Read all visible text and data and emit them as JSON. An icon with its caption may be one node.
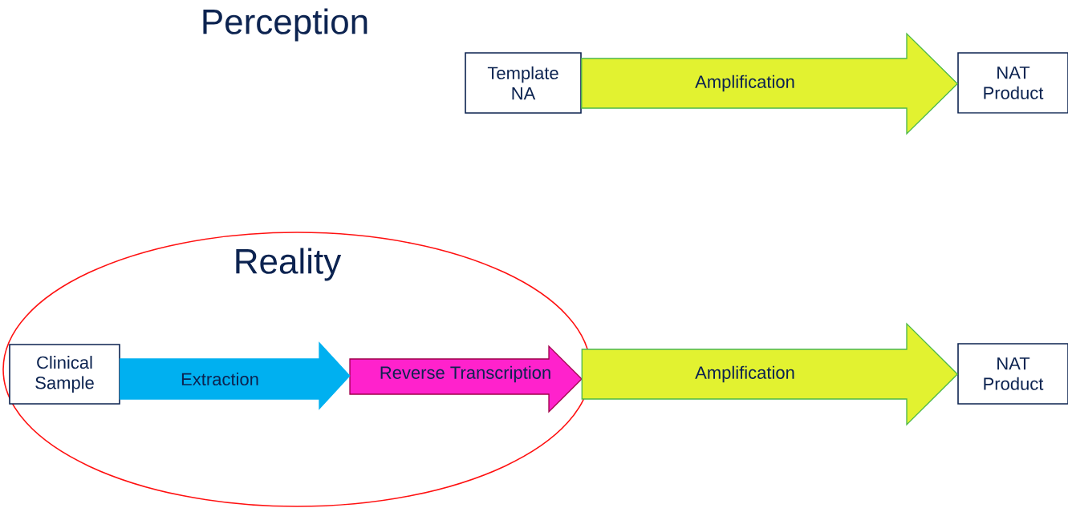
{
  "diagram": {
    "nodes": [
      {
        "text": [
          "Template NA"
        ]
      },
      {
        "text": [
          "NAT Product"
        ]
      },
      {
        "text": [
          "Reality"
        ]
      },
      {
        "text": [
          "Clinical Sample"
        ],
        "in": 2
      },
      {
        "text": [
          "Reverse Transcription"
        ],
        "in": 2
      },
      {
        "text": [
          "NAT Product"
        ]
      }
    ],
    "edges": [
      {
        "from": 0,
        "to": 1,
        "arrow": "to",
        "label": "Amplification"
      },
      {
        "from": 3,
        "to": 4,
        "arrow": "to",
        "label": "Extraction",
        "color": "#00b0f0"
      },
      {
        "from": 4,
        "to": 5,
        "arrow": "to",
        "label": "Amplification"
      }
    ],
    "labels": [
      "Perception"
    ]
  }
}
